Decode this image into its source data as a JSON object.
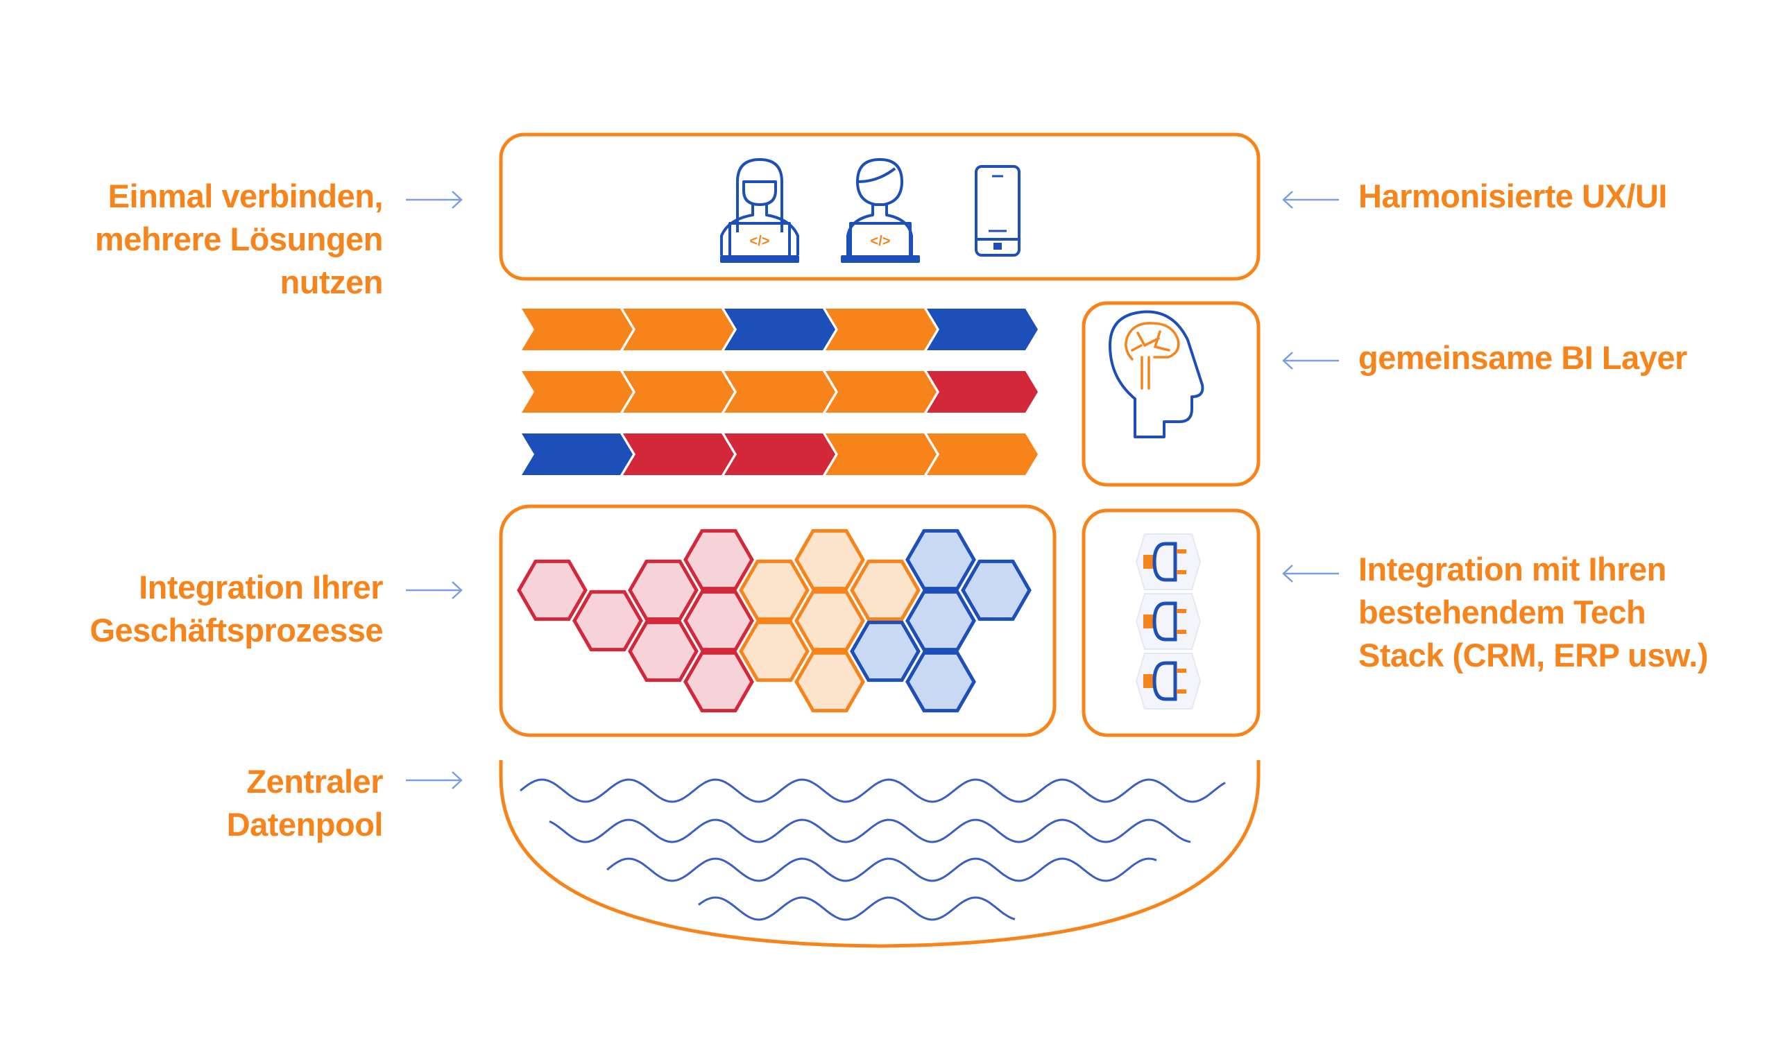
{
  "colors": {
    "orange": "#F7841B",
    "blue": "#1D4FB8",
    "red": "#D3283A",
    "arrow": "#7A9FE0",
    "red_fill": "#F5D3D8",
    "orange_fill": "#FCE3CC",
    "blue_fill": "#C9D8F3"
  },
  "labels": {
    "connect_once": [
      "Einmal verbinden,",
      "mehrere Lösungen",
      "nutzen"
    ],
    "harmonized_ux": [
      "Harmonisierte UX/UI"
    ],
    "bi_layer": [
      "gemeinsame BI Layer"
    ],
    "business_processes": [
      "Integration Ihrer",
      "Geschäftsprozesse"
    ],
    "tech_stack": [
      "Integration mit Ihren",
      "bestehendem Tech",
      "Stack (CRM, ERP usw.)"
    ],
    "data_pool": [
      "Zentraler",
      "Datenpool"
    ]
  },
  "layers": {
    "ux_icons": [
      "developer-woman",
      "developer-man",
      "smartphone"
    ],
    "code_glyph": "</>",
    "process_rows": [
      [
        "orange",
        "orange",
        "blue",
        "orange",
        "blue"
      ],
      [
        "orange",
        "orange",
        "orange",
        "orange",
        "red"
      ],
      [
        "blue",
        "red",
        "red",
        "orange",
        "orange"
      ]
    ],
    "hex_groups": [
      "red",
      "orange",
      "blue"
    ],
    "plug_count": 3,
    "wave_rows": 4
  }
}
